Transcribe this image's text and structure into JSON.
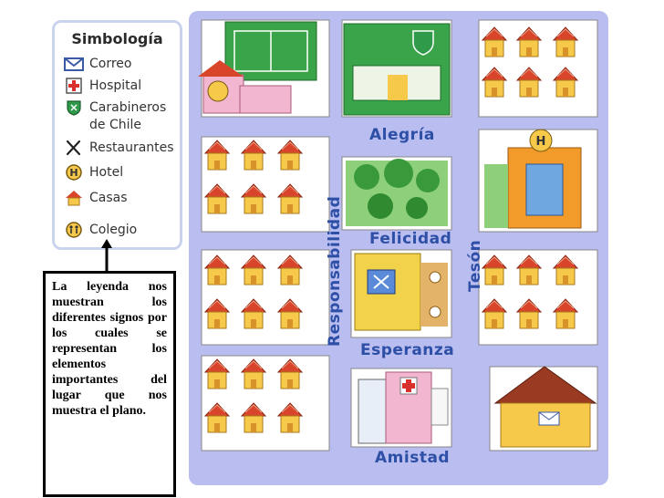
{
  "legend": {
    "title": "Simbología",
    "items": [
      {
        "icon": "envelope-icon",
        "label": "Correo"
      },
      {
        "icon": "hospital-cross-icon",
        "label": "Hospital"
      },
      {
        "icon": "police-shield-icon",
        "label": "Carabineros de Chile"
      },
      {
        "icon": "fork-knife-icon",
        "label": "Restaurantes"
      },
      {
        "icon": "hotel-h-icon",
        "label": "Hotel"
      },
      {
        "icon": "house-icon",
        "label": "Casas"
      },
      {
        "icon": "school-children-icon",
        "label": "Colegio"
      }
    ]
  },
  "note": "La leyenda nos muestran los diferentes signos por los cuales se representan los elementos importantes del lugar que nos muestra el plano.",
  "streets": {
    "alegria": "Alegría",
    "felicidad": "Felicidad",
    "esperanza": "Esperanza",
    "amistad": "Amistad",
    "responsabilidad": "Responsabilidad",
    "teson": "Tesón"
  },
  "colors": {
    "street": "#b9bdf0",
    "block": "#ffffff",
    "roof": "#d8452a",
    "wall": "#f6c94a",
    "label": "#2d4fa6"
  }
}
